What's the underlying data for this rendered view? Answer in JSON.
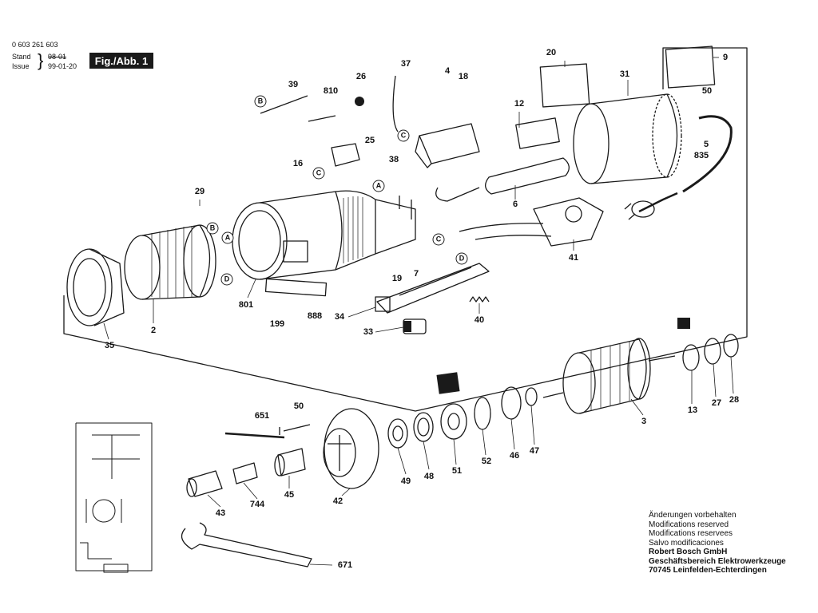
{
  "header": {
    "part_number": "0 603 261 603",
    "stand_label": "Stand",
    "stand_value": "98-01",
    "issue_label": "Issue",
    "issue_value": "99-01-20",
    "figure": "Fig./Abb. 1"
  },
  "callouts": {
    "p2": "2",
    "p3": "3",
    "p4": "4",
    "p5": "5",
    "p6": "6",
    "p7": "7",
    "p9": "9",
    "p12": "12",
    "p13": "13",
    "p16": "16",
    "p18": "18",
    "p19": "19",
    "p20": "20",
    "p25": "25",
    "p26": "26",
    "p27": "27",
    "p28": "28",
    "p29": "29",
    "p31": "31",
    "p33": "33",
    "p34": "34",
    "p35": "35",
    "p37": "37",
    "p38": "38",
    "p39": "39",
    "p40": "40",
    "p41": "41",
    "p42": "42",
    "p43": "43",
    "p45": "45",
    "p46": "46",
    "p47": "47",
    "p48": "48",
    "p49": "49",
    "p50a": "50",
    "p50b": "50",
    "p51": "51",
    "p52": "52",
    "p199": "199",
    "p651": "651",
    "p671": "671",
    "p744": "744",
    "p801": "801",
    "p810": "810",
    "p835": "835",
    "p888": "888"
  },
  "connectors": {
    "a1": "A",
    "a2": "A",
    "b1": "B",
    "b2": "B",
    "c1": "C",
    "c2": "C",
    "c3": "C",
    "d1": "D",
    "d2": "D"
  },
  "notes": [
    "Änderungen vorbehalten",
    "Modifications reserved",
    "Modifications reservees",
    "Salvo modificaciones",
    "Robert Bosch GmbH",
    "Geschäftsbereich Elektrowerkzeuge",
    "70745 Leinfelden-Echterdingen"
  ]
}
